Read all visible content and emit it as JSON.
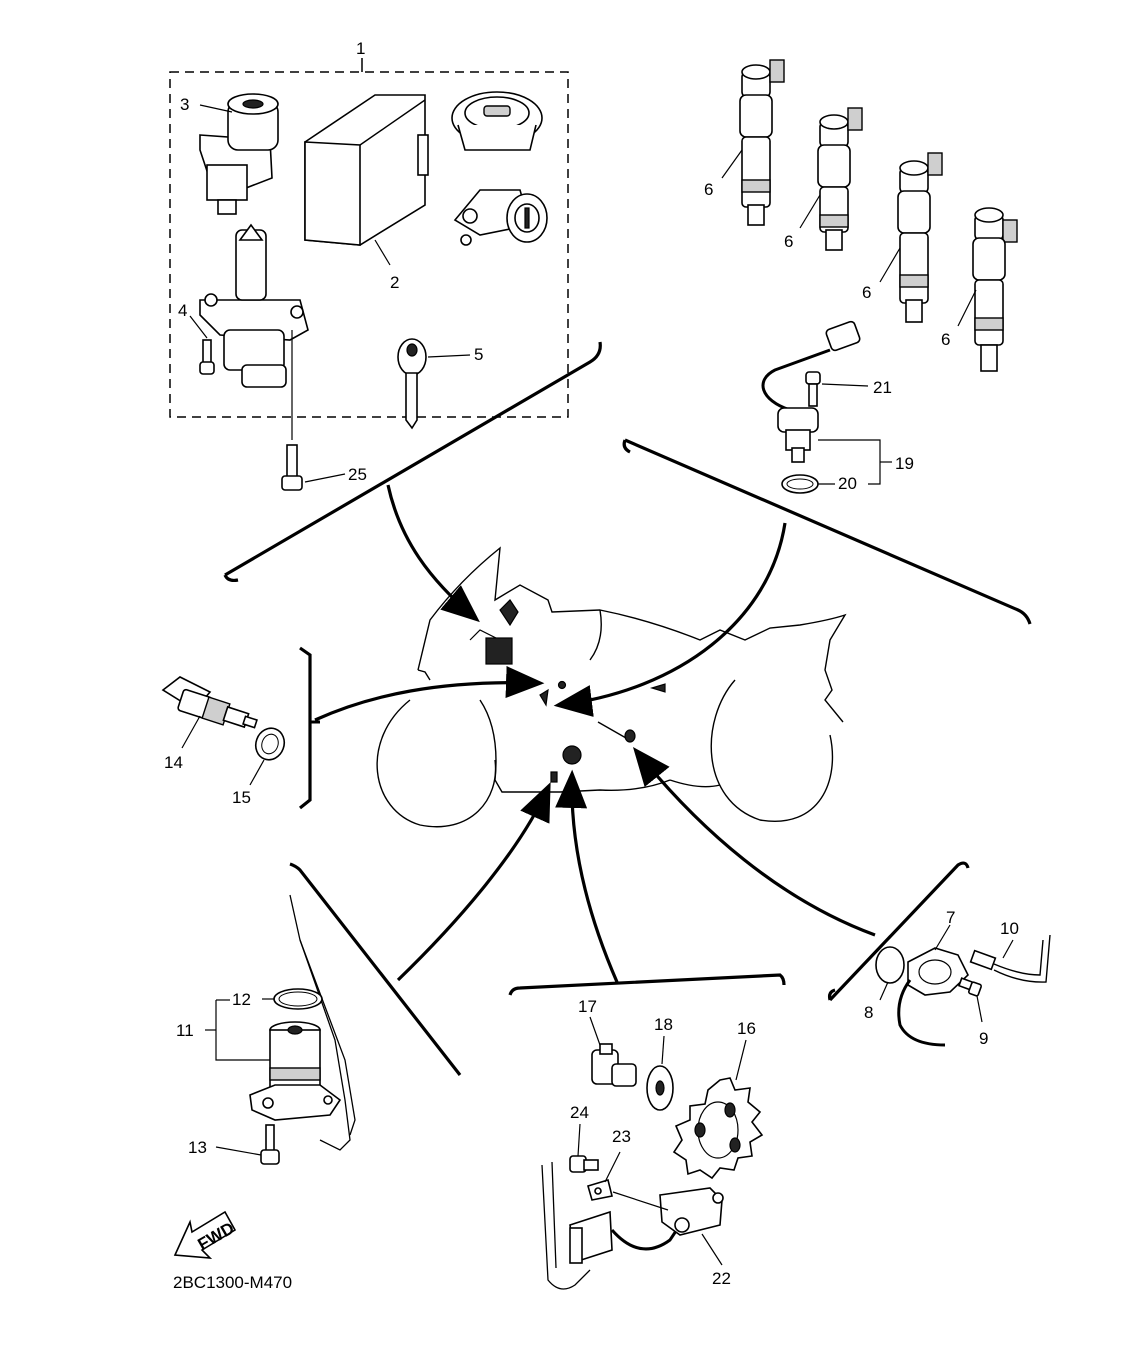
{
  "diagram_code": "2BC1300-M470",
  "fwd_label": "FWD",
  "part_labels": {
    "p1": "1",
    "p2": "2",
    "p3": "3",
    "p4": "4",
    "p5": "5",
    "p6a": "6",
    "p6b": "6",
    "p6c": "6",
    "p6d": "6",
    "p7": "7",
    "p8": "8",
    "p9": "9",
    "p10": "10",
    "p11": "11",
    "p12": "12",
    "p13": "13",
    "p14": "14",
    "p15": "15",
    "p16": "16",
    "p17": "17",
    "p18": "18",
    "p19": "19",
    "p20": "20",
    "p21": "21",
    "p22": "22",
    "p23": "23",
    "p24": "24",
    "p25": "25"
  }
}
